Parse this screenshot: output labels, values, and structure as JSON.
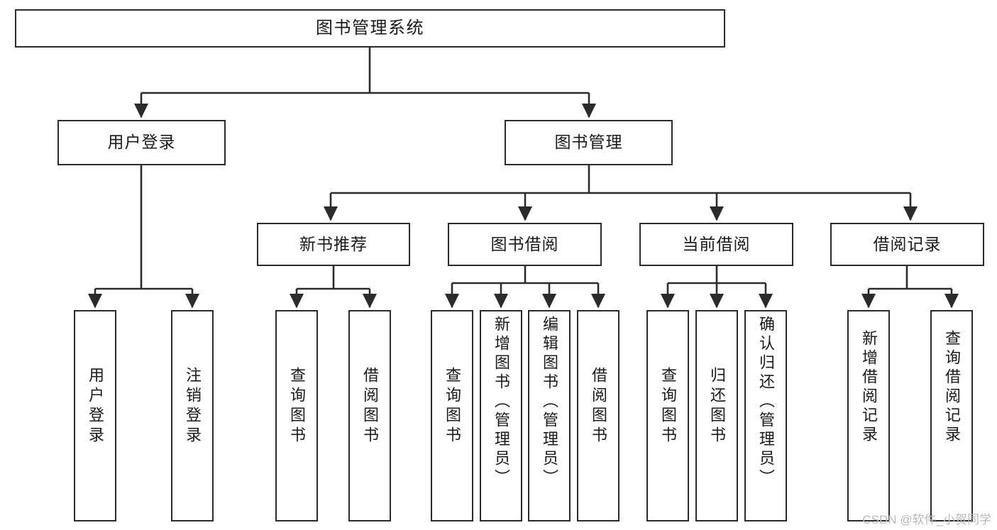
{
  "diagram": {
    "title": "图书管理系统",
    "type": "tree",
    "background_color": "#ffffff",
    "line_color": "#2b2b2b",
    "box_border_color": "#2b2b2b",
    "box_fill_color": "#ffffff",
    "text_color": "#1a1a1a"
  },
  "root": {
    "label": "图书管理系统"
  },
  "level1": [
    {
      "id": "user-login",
      "label": "用户登录"
    },
    {
      "id": "book-management",
      "label": "图书管理"
    }
  ],
  "level2": [
    {
      "id": "new-book-recommend",
      "label": "新书推荐",
      "parent": "book-management"
    },
    {
      "id": "book-borrow",
      "label": "图书借阅",
      "parent": "book-management"
    },
    {
      "id": "current-borrow",
      "label": "当前借阅",
      "parent": "book-management"
    },
    {
      "id": "borrow-record",
      "label": "借阅记录",
      "parent": "book-management"
    }
  ],
  "leaves": {
    "user_login": [
      {
        "id": "leaf-user-login",
        "label": "用户登录"
      },
      {
        "id": "leaf-logout",
        "label": "注销登录"
      }
    ],
    "new_book_recommend": [
      {
        "id": "leaf-query-book-1",
        "label": "查询图书"
      },
      {
        "id": "leaf-borrow-book-1",
        "label": "借阅图书"
      }
    ],
    "book_borrow": [
      {
        "id": "leaf-query-book-2",
        "label": "查询图书"
      },
      {
        "id": "leaf-add-book",
        "label": "新增图书（管理员）"
      },
      {
        "id": "leaf-edit-book",
        "label": "编辑图书（管理员）"
      },
      {
        "id": "leaf-borrow-book-2",
        "label": "借阅图书"
      }
    ],
    "current_borrow": [
      {
        "id": "leaf-query-book-3",
        "label": "查询图书"
      },
      {
        "id": "leaf-return-book",
        "label": "归还图书"
      },
      {
        "id": "leaf-confirm-return",
        "label": "确认归还（管理员）"
      }
    ],
    "borrow_record": [
      {
        "id": "leaf-add-record",
        "label": "新增借阅记录"
      },
      {
        "id": "leaf-query-record",
        "label": "查询借阅记录"
      }
    ]
  },
  "watermark": {
    "text": "CSDN @软件_小贺同学"
  }
}
